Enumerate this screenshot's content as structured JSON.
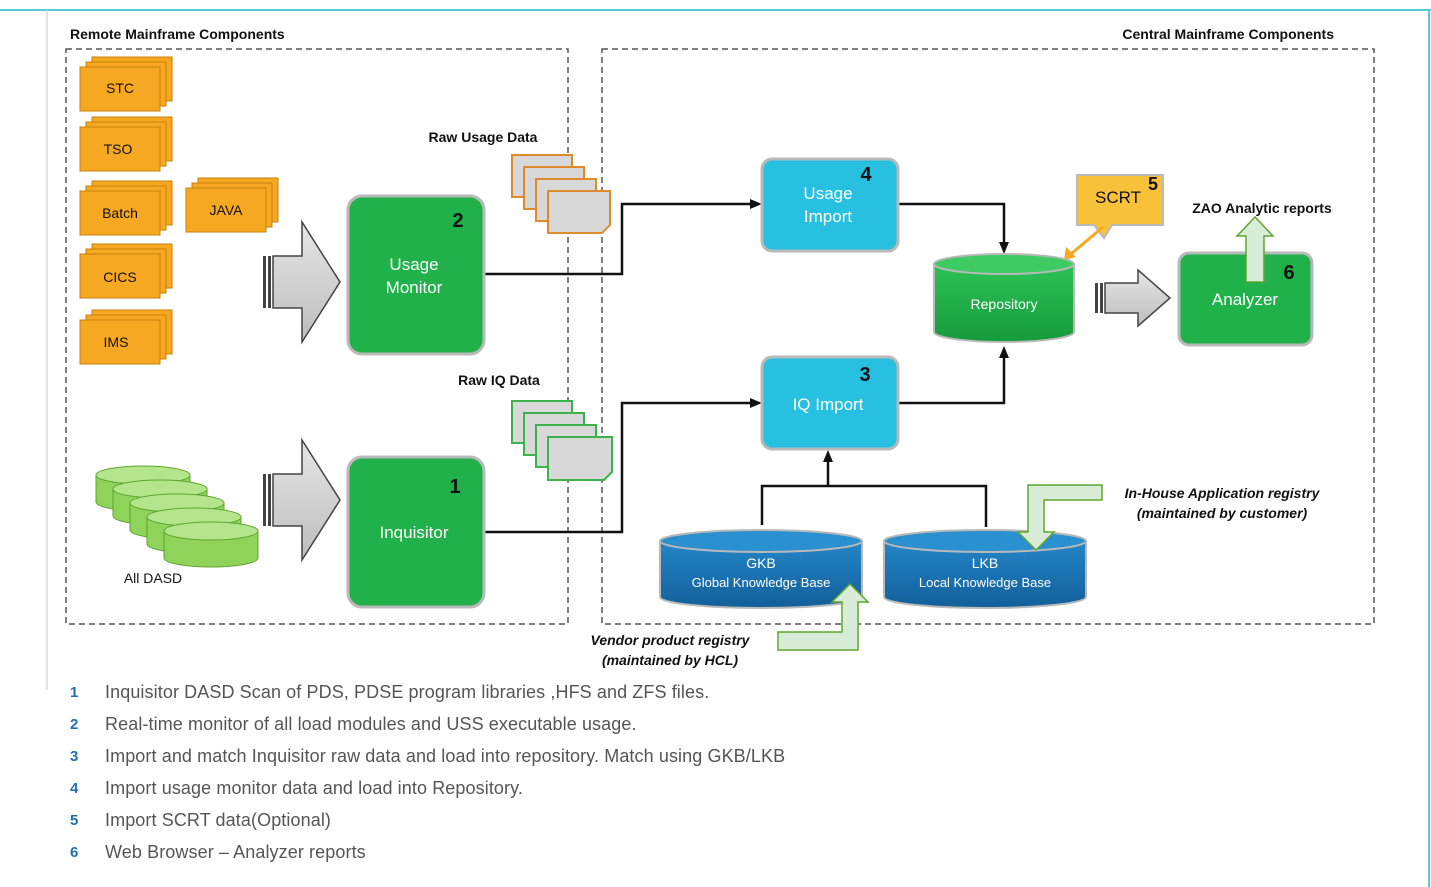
{
  "regions": {
    "remote": "Remote Mainframe Components",
    "central": "Central Mainframe Components"
  },
  "sources": {
    "workloads": [
      "STC",
      "TSO",
      "Batch",
      "JAVA",
      "CICS",
      "IMS"
    ],
    "dasd": "All DASD"
  },
  "data_labels": {
    "raw_usage": "Raw Usage Data",
    "raw_iq": "Raw IQ Data"
  },
  "components": {
    "usage_monitor": {
      "number": "2",
      "line1": "Usage",
      "line2": "Monitor"
    },
    "inquisitor": {
      "number": "1",
      "line1": "Inquisitor"
    },
    "usage_import": {
      "number": "4",
      "line1": "Usage",
      "line2": "Import"
    },
    "iq_import": {
      "number": "3",
      "line1": "IQ Import"
    },
    "scrt": {
      "number": "5",
      "label": "SCRT"
    },
    "repository": {
      "label": "Repository"
    },
    "analyzer": {
      "number": "6",
      "label": "Analyzer"
    },
    "gkb": {
      "line1": "GKB",
      "line2": "Global Knowledge Base"
    },
    "lkb": {
      "line1": "LKB",
      "line2": "Local Knowledge Base"
    }
  },
  "annotations": {
    "reports": "ZAO Analytic reports",
    "inhouse_line1": "In-House Application registry",
    "inhouse_line2": "(maintained by customer)",
    "vendor_line1": "Vendor product registry",
    "vendor_line2": "(maintained by HCL)"
  },
  "legend": [
    {
      "num": "1",
      "text": "Inquisitor DASD Scan of PDS, PDSE program libraries ,HFS and ZFS files."
    },
    {
      "num": "2",
      "text": "Real-time monitor of all load modules and USS executable usage."
    },
    {
      "num": "3",
      "text": "Import and match Inquisitor raw data and load into repository. Match using GKB/LKB"
    },
    {
      "num": "4",
      "text": "Import usage monitor data and load into Repository."
    },
    {
      "num": "5",
      "text": "Import SCRT data(Optional)"
    },
    {
      "num": "6",
      "text": "Web Browser – Analyzer reports"
    }
  ],
  "colors": {
    "frame": "#5bc8d8",
    "orange": "#f7a823",
    "green": "#21b14b",
    "light_green": "#8fd35b",
    "cyan": "#28c0e0",
    "blue": "#1f78b8",
    "gray_arrow": "#c9c9c9",
    "pale_green_arrow": "#d8ecd8",
    "legend_number": "#1f6fb3"
  }
}
